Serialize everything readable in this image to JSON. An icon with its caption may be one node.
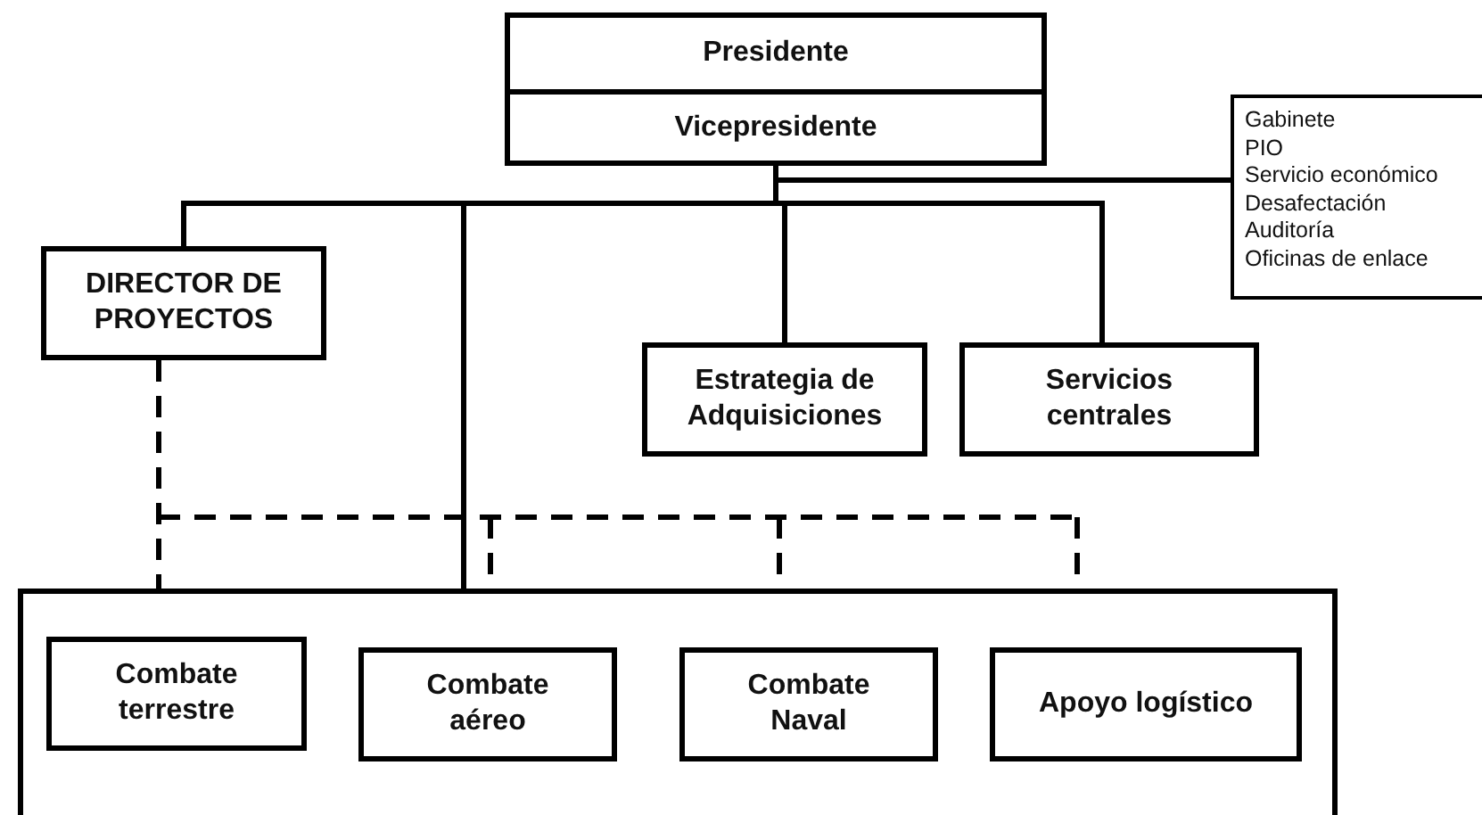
{
  "diagram": {
    "nodes": [
      {
        "text": [
          "Presidente"
        ]
      },
      {
        "text": [
          "Vicepresidente"
        ]
      },
      {
        "text": [
          "Gabinete",
          "PIO",
          "Servicio económico",
          "Desafectación",
          "Auditoría",
          "Oficinas de enlace"
        ]
      },
      {
        "text": [
          "DIRECTOR DE PROYECTOS"
        ]
      },
      {
        "text": [
          "Estrategia de Adquisiciones"
        ]
      },
      {
        "text": [
          "Servicios centrales"
        ]
      },
      {
        "text": [],
        "shape": "box"
      },
      {
        "text": [
          "Combate terrestre"
        ],
        "in": 6
      },
      {
        "text": [
          "Combate aéreo"
        ],
        "in": 6
      },
      {
        "text": [
          "Combate Naval"
        ],
        "in": 6
      },
      {
        "text": [
          "Apoyo logístico"
        ],
        "in": 6
      }
    ],
    "edges": [
      {
        "from": 1,
        "to": 2,
        "arrow": "none"
      },
      {
        "from": 1,
        "to": 3,
        "arrow": "none"
      },
      {
        "from": 1,
        "to": 6,
        "arrow": "none"
      },
      {
        "from": 1,
        "to": 4,
        "arrow": "none"
      },
      {
        "from": 1,
        "to": 5,
        "arrow": "none"
      },
      {
        "from": 3,
        "to": 6,
        "arrow": "none",
        "style": "dashed"
      }
    ]
  }
}
